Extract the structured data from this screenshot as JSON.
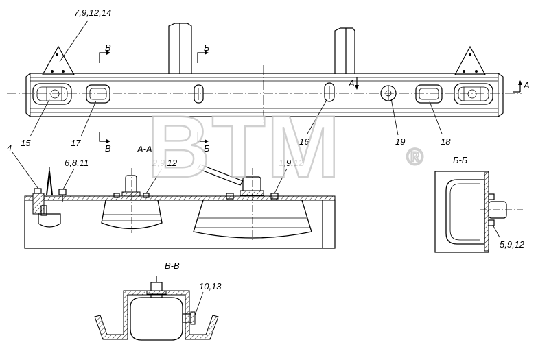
{
  "labels": {
    "l1": "7,9,12,14",
    "l2": "15",
    "l3": "17",
    "l4": "16",
    "l5": "19",
    "l6": "18",
    "l7": "4",
    "l8": "6,8,11",
    "l9": "2,9,12",
    "l10": "1,9,12",
    "l11": "5,9,12",
    "l12": "10,13"
  },
  "sections": {
    "aa_title": "А-А",
    "bb_title": "Б-Б",
    "vv_title": "В-В",
    "mark_v": "В",
    "mark_b": "Б",
    "mark_a": "А"
  },
  "watermark": {
    "text": "BTM",
    "reg": "®",
    "color": "#c8c8c8"
  }
}
